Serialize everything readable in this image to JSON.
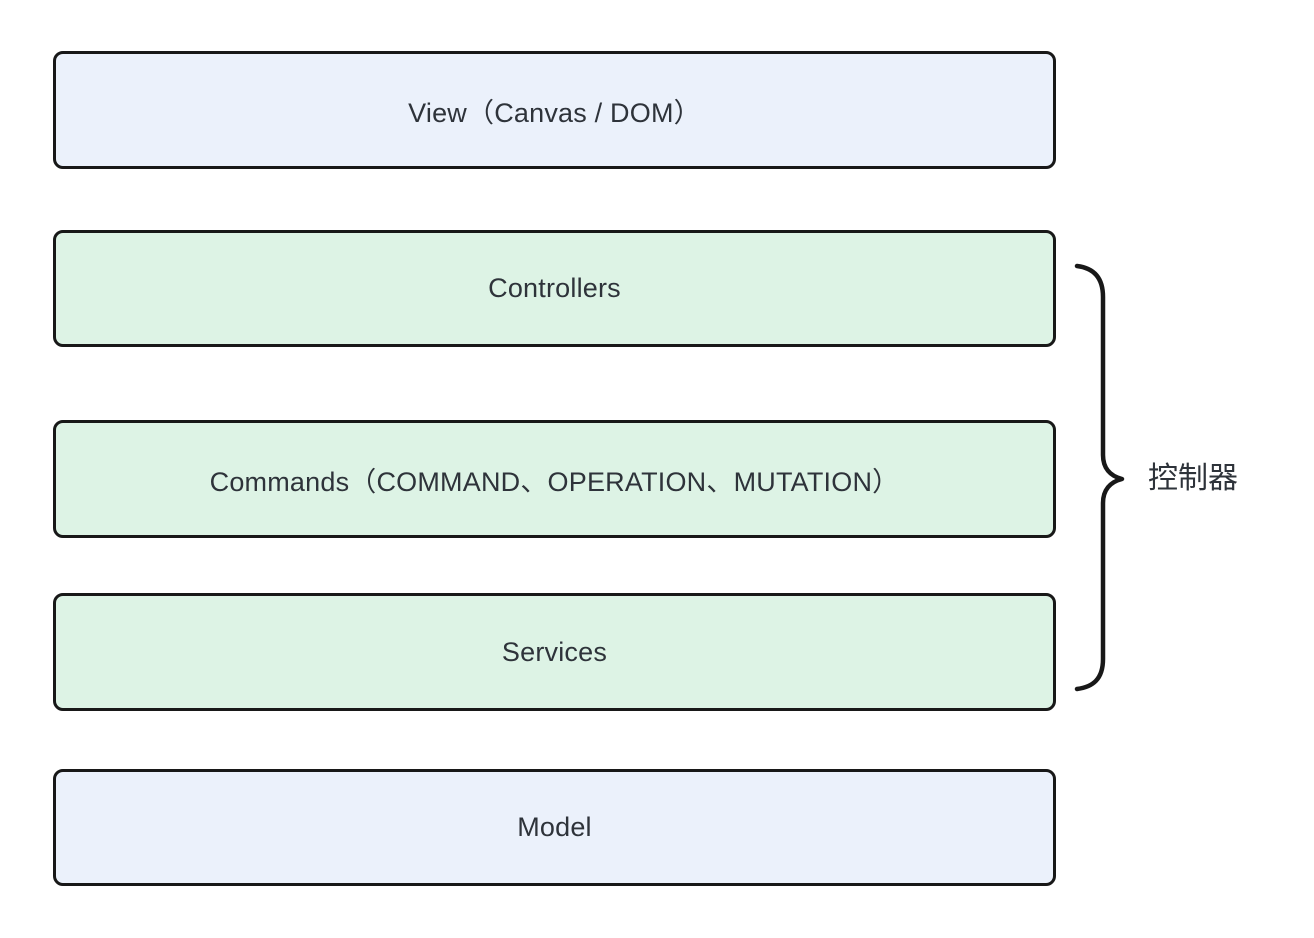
{
  "diagram": {
    "type": "layered-architecture",
    "layers": [
      {
        "id": "view",
        "label": "View（Canvas / DOM）",
        "fill": "#ebf1fb"
      },
      {
        "id": "controllers",
        "label": "Controllers",
        "fill": "#ddf3e5"
      },
      {
        "id": "commands",
        "label": "Commands（COMMAND、OPERATION、MUTATION）",
        "fill": "#ddf3e5"
      },
      {
        "id": "services",
        "label": "Services",
        "fill": "#ddf3e5"
      },
      {
        "id": "model",
        "label": "Model",
        "fill": "#ebf1fb"
      }
    ],
    "brace": {
      "label": "控制器",
      "spans": [
        "Controllers",
        "Commands",
        "Services"
      ]
    },
    "colors": {
      "background": "#ffffff",
      "box_blue": "#ebf1fb",
      "box_green": "#ddf3e5",
      "border": "#181818",
      "text": "#2e333a"
    }
  }
}
